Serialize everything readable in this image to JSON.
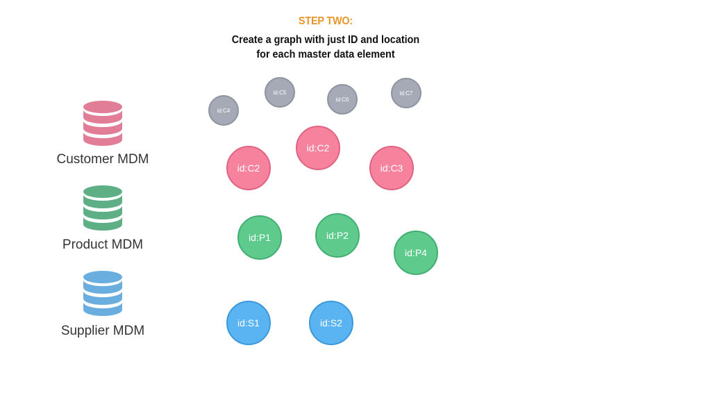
{
  "header": {
    "step": "STEP TWO:",
    "description_lines": [
      "Create a graph with just ID and location",
      "for each master data element"
    ]
  },
  "sources": [
    {
      "label": "Customer MDM",
      "icon": "database-icon",
      "color": "#E27D97"
    },
    {
      "label": "Product MDM",
      "icon": "database-icon",
      "color": "#5EAF85"
    },
    {
      "label": "Supplier MDM",
      "icon": "database-icon",
      "color": "#6AAEE0"
    }
  ],
  "nodes": {
    "gray": [
      "id:C4",
      "id:C5",
      "id:C6",
      "id:C7"
    ],
    "customer": [
      "id:C2",
      "id:C2",
      "id:C3"
    ],
    "product": [
      "id:P1",
      "id:P2",
      "id:P4"
    ],
    "supplier": [
      "id:S1",
      "id:S2"
    ]
  },
  "colors": {
    "step_label": "#E8962A",
    "gray_node": "#A5AAB6",
    "customer_node": "#F6829E",
    "product_node": "#5ECB8D",
    "supplier_node": "#5BB4F2"
  }
}
